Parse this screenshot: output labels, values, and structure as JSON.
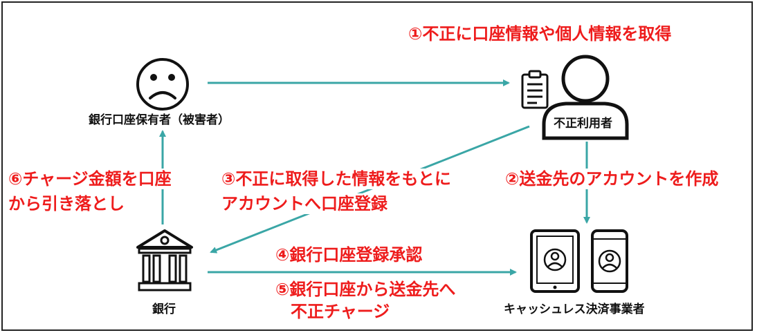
{
  "colors": {
    "arrow": "#3aa6a6",
    "step_text": "#ee1c1c",
    "icon": "#111111"
  },
  "entities": {
    "victim": {
      "label": "銀行口座保有者（被害者）",
      "icon": "sad-face-icon"
    },
    "fraudster": {
      "label": "不正利用者",
      "icon": "person-icon",
      "extra_icon": "clipboard-icon"
    },
    "bank": {
      "label": "銀行",
      "icon": "bank-building-icon"
    },
    "cashless_provider": {
      "label": "キャッシュレス決済事業者",
      "icon": "tablet-and-phone-icon"
    }
  },
  "steps": {
    "s1": "①不正に口座情報や個人情報を取得",
    "s2": "②送金先のアカウントを作成",
    "s3_line1": "③不正に取得した情報をもとに",
    "s3_line2": "アカウントへ口座登録",
    "s4": "④銀行口座登録承認",
    "s5_line1": "⑤銀行口座から送金先へ",
    "s5_line2": "不正チャージ",
    "s6_line1": "⑥チャージ金額を口座",
    "s6_line2": "から引き落とし"
  }
}
